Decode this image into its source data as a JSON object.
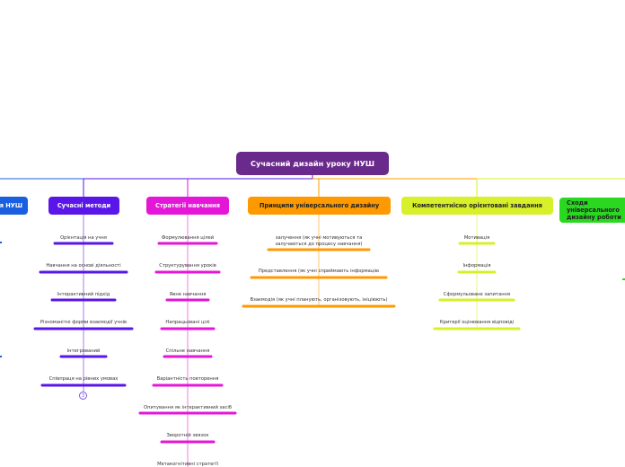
{
  "root": {
    "title": "Сучасний дизайн уроку НУШ"
  },
  "branches": {
    "left": {
      "title": "я НУШ",
      "color": "#1a5fe0"
    },
    "modern": {
      "title": "Сучасні методи",
      "color": "#5a16e8",
      "items": [
        "Орієнтація на учня",
        "Навчання на основі діяльності",
        "Інтерактивний підхід",
        "Різноманітні форми взаємодії учнів",
        "Інтегрований",
        "Співпраця на рівних умовах"
      ]
    },
    "strategies": {
      "title": "Стратегії навчання",
      "color": "#e416d8",
      "items": [
        "Формулювання цілей",
        "Структурування уроків",
        "Явне навчання",
        "Напрацьовані цілі",
        "Спільне навчання",
        "Варіантність повторення",
        "Опитування як інтерактивний засіб",
        "Зворотній звязок",
        "Метакогнітивні стратегії"
      ]
    },
    "universal": {
      "title": "Принципи універсального дизайну",
      "color": "#ff9900",
      "items": [
        "залучення (як учні мотивуються та залучаються до процесу навчання)",
        "Представлення (як учні сприймають інформацію",
        "Взаємодія (як учні планують, організовують, ініціюють)"
      ]
    },
    "competence": {
      "title": "Компетентнісно орієнтовані завдання",
      "color": "#d7f02a",
      "items": [
        "Мотивація",
        "Інформація",
        "Сформульоване запитання",
        "Критерії оцінювання відповіді"
      ]
    },
    "right": {
      "title": "Сходи універсального дизайну роботи",
      "color": "#2ad821"
    }
  },
  "collapse_label": "3"
}
